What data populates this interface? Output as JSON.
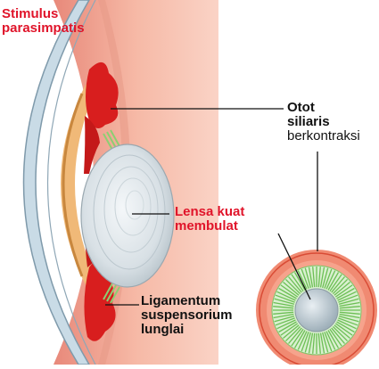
{
  "labels": {
    "stimulus_line1": "Stimulus",
    "stimulus_line2": "parasimpatis",
    "otot_line1": "Otot",
    "otot_line2": "siliaris",
    "otot_line3": "berkontraksi",
    "lensa_line1": "Lensa kuat",
    "lensa_line2": "membulat",
    "ligamentum_line1": "Ligamentum",
    "ligamentum_line2": "suspensorium",
    "ligamentum_line3": "lunglai"
  },
  "colors": {
    "label_red": "#e0142a",
    "label_black": "#111111",
    "sclera": "#f6b9a6",
    "iris_red": "#d81e1e",
    "cornea": "#c9dbe6",
    "lens": "#dfe6ea",
    "ligament_green": "#8ccf72"
  }
}
